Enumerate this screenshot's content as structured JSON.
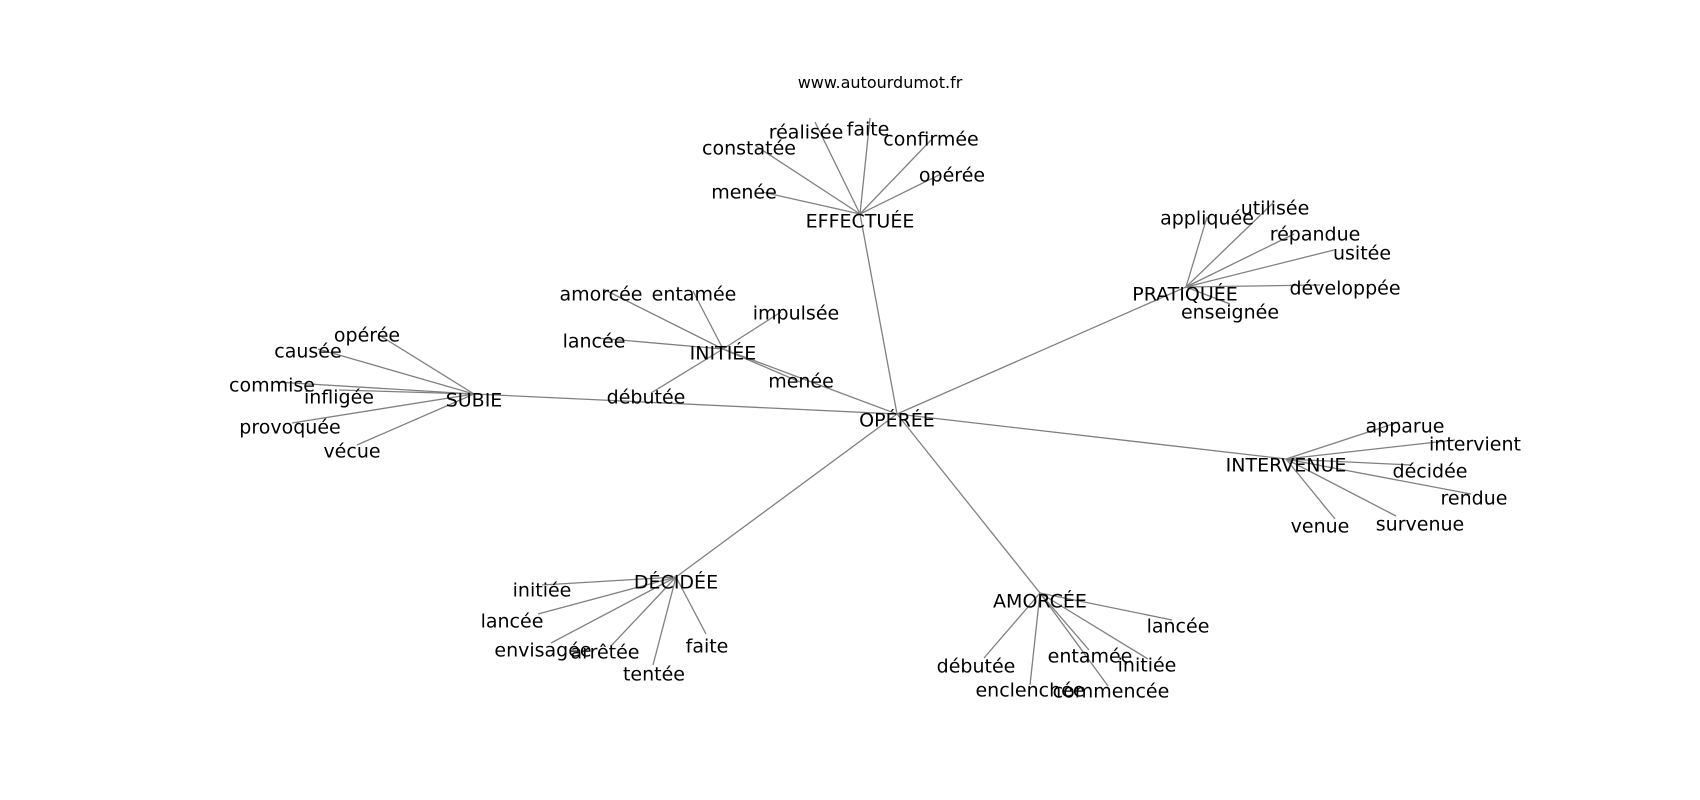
{
  "watermark": "www.autourdumot.fr",
  "colors": {
    "edge": "#808080",
    "text": "#000000",
    "background": "#ffffff"
  },
  "graph": {
    "center": "OPÉRÉE",
    "clusters": [
      {
        "label": "EFFECTUÉE",
        "children": [
          "réalisée",
          "faite",
          "confirmée",
          "constatée",
          "opérée",
          "menée"
        ]
      },
      {
        "label": "PRATIQUÉE",
        "children": [
          "appliquée",
          "utilisée",
          "répandue",
          "usitée",
          "développée",
          "enseignée"
        ]
      },
      {
        "label": "INITIÉE",
        "children": [
          "amorcée",
          "entamée",
          "impulsée",
          "lancée",
          "débutée",
          "menée"
        ]
      },
      {
        "label": "SUBIE",
        "children": [
          "opérée",
          "causée",
          "commise",
          "infligée",
          "provoquée",
          "vécue"
        ]
      },
      {
        "label": "INTERVENUE",
        "children": [
          "apparue",
          "intervient",
          "décidée",
          "rendue",
          "venue",
          "survenue"
        ]
      },
      {
        "label": "DÉCIDÉE",
        "children": [
          "initiée",
          "lancée",
          "envisagée",
          "arrêtée",
          "faite",
          "tentée"
        ]
      },
      {
        "label": "AMORCÉE",
        "children": [
          "lancée",
          "débutée",
          "entamée",
          "initiée",
          "enclenchée",
          "commencée"
        ]
      }
    ]
  }
}
